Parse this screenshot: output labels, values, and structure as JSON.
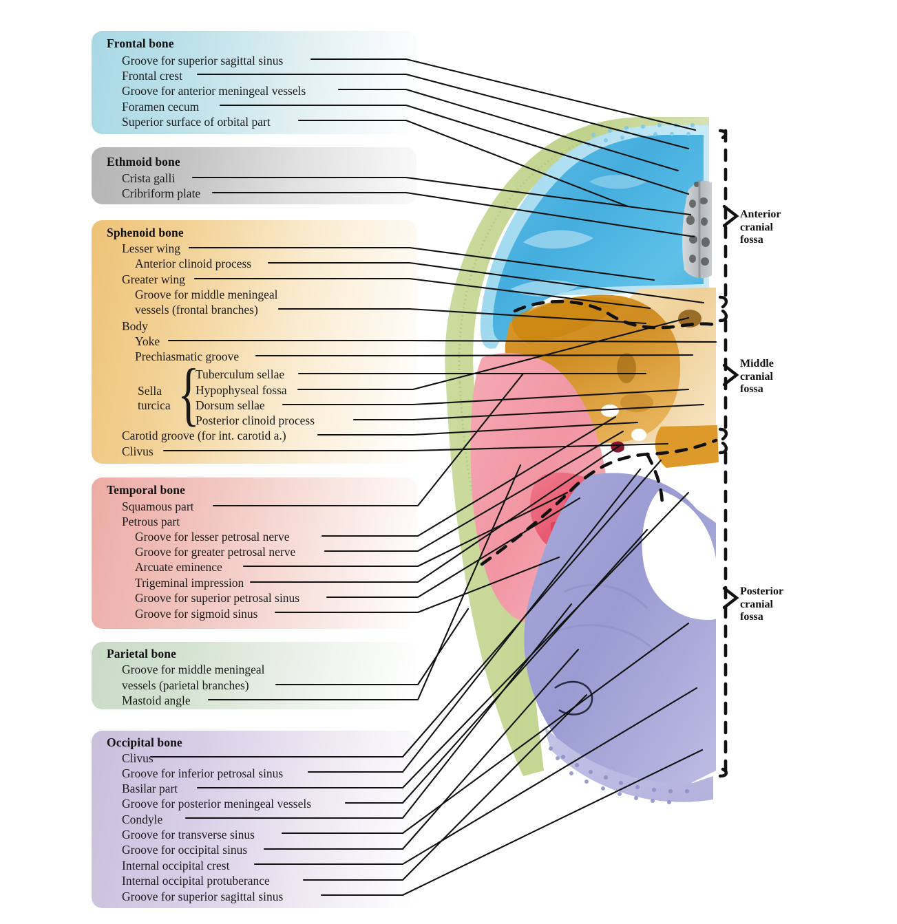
{
  "figure": {
    "kind": "anatomical-illustration",
    "subject": "Internal surface of the base of the skull (cranial fossae)",
    "view": "superior view, right half"
  },
  "legend": {
    "groups": [
      {
        "id": "frontal",
        "title": "Frontal bone",
        "color": "#a7d8e4",
        "items": [
          "Groove for superior sagittal sinus",
          "Frontal crest",
          "Groove for anterior meningeal vessels",
          "Foramen cecum",
          "Superior surface of orbital part"
        ]
      },
      {
        "id": "ethmoid",
        "title": "Ethmoid bone",
        "color": "#b8b8b8",
        "items": [
          "Crista galli",
          "Cribriform plate"
        ]
      },
      {
        "id": "sphenoid",
        "title": "Sphenoid bone",
        "color": "#f0c478",
        "items": [
          "Lesser wing",
          "Anterior clinoid process",
          "Greater wing",
          "Groove for middle meningeal",
          "vessels (frontal branches)",
          "Body",
          "Yoke",
          "Prechiasmatic groove",
          "Tuberculum sellae",
          "Hypophyseal fossa",
          "Dorsum sellae",
          "Posterior clinoid process",
          "Carotid groove (for int. carotid a.)",
          "Clivus"
        ],
        "brace_label_line1": "Sella",
        "brace_label_line2": "turcica"
      },
      {
        "id": "temporal",
        "title": "Temporal bone",
        "color": "#eeb3ae",
        "items": [
          "Squamous part",
          "Petrous part",
          "Groove for lesser petrosal nerve",
          "Groove for greater petrosal nerve",
          "Arcuate eminence",
          "Trigeminal impression",
          "Groove for superior petrosal sinus",
          "Groove for sigmoid sinus"
        ]
      },
      {
        "id": "parietal",
        "title": "Parietal bone",
        "color": "#cbdcc9",
        "items": [
          "Groove for middle meningeal",
          "vessels (parietal branches)",
          "Mastoid angle"
        ]
      },
      {
        "id": "occipital",
        "title": "Occipital bone",
        "color": "#cdc3df",
        "items": [
          "Clivus",
          "Groove for inferior petrosal sinus",
          "Basilar part",
          "Groove for posterior meningeal vessels",
          "Condyle",
          "Groove for transverse sinus",
          "Groove for occipital sinus",
          "Internal occipital crest",
          "Internal occipital protuberance",
          "Groove for superior sagittal sinus"
        ]
      }
    ]
  },
  "fossae": [
    {
      "id": "anterior",
      "line1": "Anterior",
      "line2": "cranial",
      "line3": "fossa"
    },
    {
      "id": "middle",
      "line1": "Middle",
      "line2": "cranial",
      "line3": "fossa"
    },
    {
      "id": "posterior",
      "line1": "Posterior",
      "line2": "cranial",
      "line3": "fossa"
    }
  ],
  "illustration_colors": {
    "frontal_bone": "#4fb3de",
    "ethmoid_bone": "#b9bcbf",
    "sphenoid_bone": "#e6a339",
    "sphenoid_body": "#f2d9a6",
    "temporal_bone": "#f29aa5",
    "temporal_petrous": "#ea5f72",
    "parietal_bone": "#c3d79a",
    "occipital_bone": "#9c9ed4"
  }
}
